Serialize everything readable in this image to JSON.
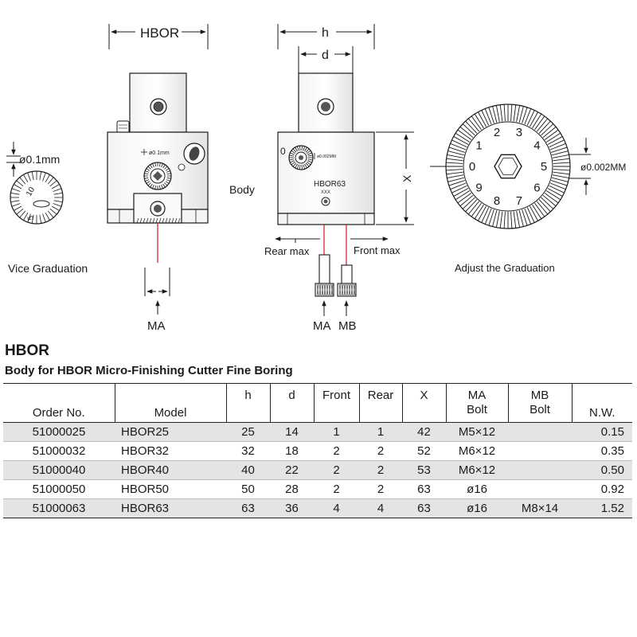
{
  "drawing": {
    "dim_hbor": "HBOR",
    "dim_h": "h",
    "dim_d": "d",
    "dim_x": "X",
    "vice_dim": "ø0.1mm",
    "vice_caption": "Vice Graduation",
    "vice_dial_labels": [
      "10",
      "5"
    ],
    "body_label": "Body",
    "dial_small_label": "ø0.1mm",
    "body_model_text": "HBOR63",
    "body_sub_text": "XXX",
    "body_dial_mark": "0",
    "body_dial_small": "ø0.002MM",
    "rear_max": "Rear max",
    "front_max": "Front max",
    "ma_label_left": "MA",
    "ma_label_right": "MA",
    "mb_label": "MB",
    "grad_dim": "ø0.002MM",
    "grad_caption": "Adjust the Graduation",
    "grad_numbers": [
      "0",
      "1",
      "2",
      "3",
      "4",
      "5",
      "6",
      "7",
      "8",
      "9"
    ]
  },
  "heading": "HBOR",
  "subheading": "Body for HBOR Micro-Finishing Cutter Fine Boring",
  "table": {
    "headers": {
      "order": "Order No.",
      "model": "Model",
      "h": "h",
      "d": "d",
      "front": "Front",
      "rear": "Rear",
      "x": "X",
      "ma1": "MA",
      "ma2": "Bolt",
      "mb1": "MB",
      "mb2": "Bolt",
      "nw": "N.W."
    },
    "rows": [
      {
        "order": "51000025",
        "model": "HBOR25",
        "h": "25",
        "d": "14",
        "front": "1",
        "rear": "1",
        "x": "42",
        "ma": "M5×12",
        "mb": "",
        "nw": "0.15"
      },
      {
        "order": "51000032",
        "model": "HBOR32",
        "h": "32",
        "d": "18",
        "front": "2",
        "rear": "2",
        "x": "52",
        "ma": "M6×12",
        "mb": "",
        "nw": "0.35"
      },
      {
        "order": "51000040",
        "model": "HBOR40",
        "h": "40",
        "d": "22",
        "front": "2",
        "rear": "2",
        "x": "53",
        "ma": "M6×12",
        "mb": "",
        "nw": "0.50"
      },
      {
        "order": "51000050",
        "model": "HBOR50",
        "h": "50",
        "d": "28",
        "front": "2",
        "rear": "2",
        "x": "63",
        "ma": "ø16",
        "mb": "",
        "nw": "0.92"
      },
      {
        "order": "51000063",
        "model": "HBOR63",
        "h": "63",
        "d": "36",
        "front": "4",
        "rear": "4",
        "x": "63",
        "ma": "ø16",
        "mb": "M8×14",
        "nw": "1.52"
      }
    ]
  }
}
